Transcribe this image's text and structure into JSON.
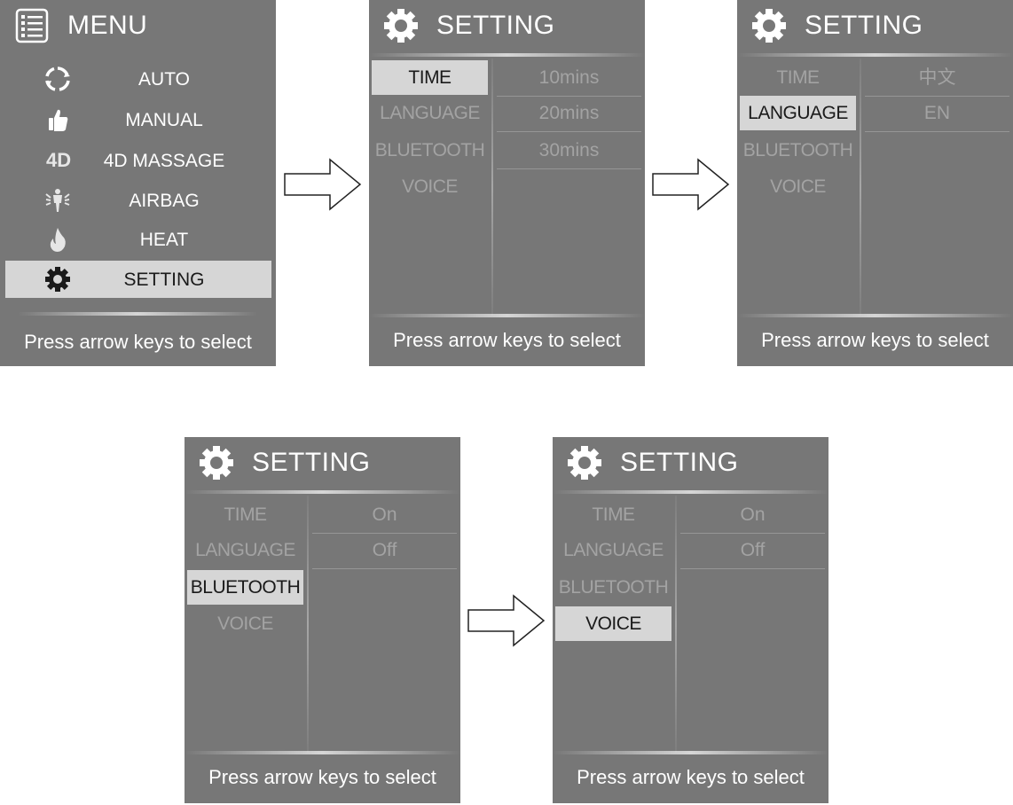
{
  "menu": {
    "title": "MENU",
    "items": [
      {
        "label": "AUTO",
        "icon": "auto-cycle-icon"
      },
      {
        "label": "MANUAL",
        "icon": "thumbs-up-icon"
      },
      {
        "label": "4D MASSAGE",
        "icon": "4d-icon",
        "icon_text": "4D"
      },
      {
        "label": "AIRBAG",
        "icon": "airbag-body-icon"
      },
      {
        "label": "HEAT",
        "icon": "flame-icon"
      },
      {
        "label": "SETTING",
        "icon": "gear-icon",
        "selected": true
      }
    ],
    "footer": "Press arrow keys to select"
  },
  "setting_screens": [
    {
      "title": "SETTING",
      "options": [
        "TIME",
        "LANGUAGE",
        "BLUETOOTH",
        "VOICE"
      ],
      "selected": "TIME",
      "values": [
        "10mins",
        "20mins",
        "30mins"
      ],
      "footer": "Press arrow keys to select"
    },
    {
      "title": "SETTING",
      "options": [
        "TIME",
        "LANGUAGE",
        "BLUETOOTH",
        "VOICE"
      ],
      "selected": "LANGUAGE",
      "values": [
        "中文",
        "EN"
      ],
      "footer": "Press arrow keys to select"
    },
    {
      "title": "SETTING",
      "options": [
        "TIME",
        "LANGUAGE",
        "BLUETOOTH",
        "VOICE"
      ],
      "selected": "BLUETOOTH",
      "values": [
        "On",
        "Off"
      ],
      "footer": "Press arrow keys to select"
    },
    {
      "title": "SETTING",
      "options": [
        "TIME",
        "LANGUAGE",
        "BLUETOOTH",
        "VOICE"
      ],
      "selected": "VOICE",
      "values": [
        "On",
        "Off"
      ],
      "footer": "Press arrow keys to select"
    }
  ],
  "colors": {
    "screen_bg": "#777777",
    "selected_bg": "#d6d6d6",
    "inactive_text": "#a3a3a3",
    "active_text": "#ffffff"
  }
}
